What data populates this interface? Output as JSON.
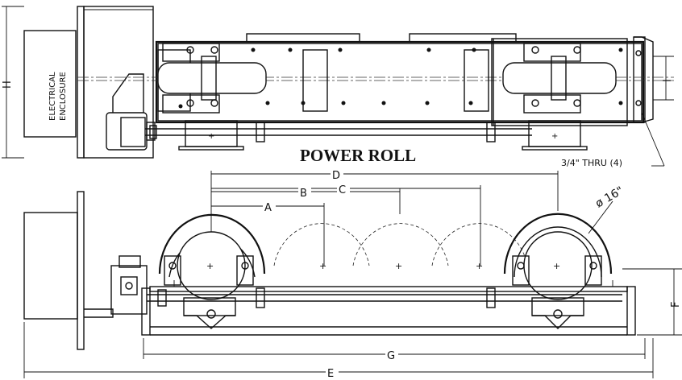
{
  "title": "POWER ROLL",
  "enclosure_label_line1": "ELECTRICAL",
  "enclosure_label_line2": "ENCLOSURE",
  "hole_note": "3/4\" THRU (4)",
  "diameter_note": "ø 16\"",
  "dimensions": {
    "A": "A",
    "B": "B",
    "C": "C",
    "D": "D",
    "E": "E",
    "F": "F",
    "G": "G",
    "H": "H",
    "I": "I"
  },
  "colors": {
    "line": "#111111",
    "background": "#ffffff"
  }
}
